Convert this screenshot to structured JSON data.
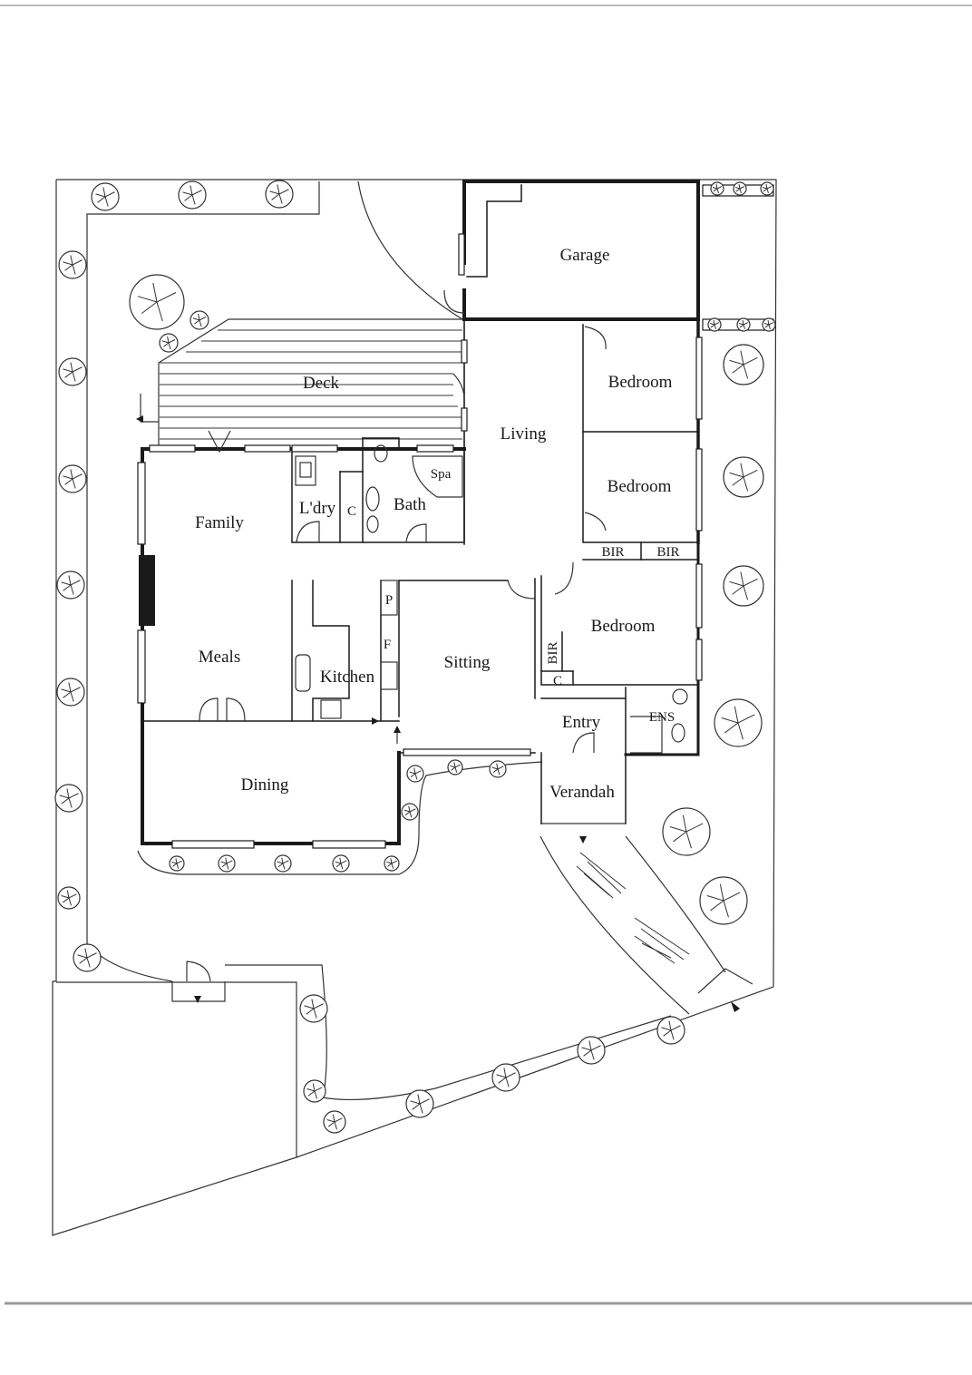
{
  "rooms": {
    "garage": "Garage",
    "deck": "Deck",
    "living": "Living",
    "bedroom1": "Bedroom",
    "bedroom2": "Bedroom",
    "bedroom3": "Bedroom",
    "bir1": "BIR",
    "bir2": "BIR",
    "bir3": "BIR",
    "family": "Family",
    "laundry": "L'dry",
    "cupboard1": "C",
    "cupboard2": "C",
    "bath": "Bath",
    "spa": "Spa",
    "meals": "Meals",
    "kitchen": "Kitchen",
    "pantry": "P",
    "fridge": "F",
    "sitting": "Sitting",
    "entry": "Entry",
    "ensuite": "ENS",
    "dining": "Dining",
    "verandah": "Verandah"
  },
  "icons": {
    "tree": "tree-icon",
    "door": "door-swing-icon",
    "arrow": "arrow-icon"
  },
  "colors": {
    "line": "#1a1a1a",
    "paper": "#ffffff"
  }
}
